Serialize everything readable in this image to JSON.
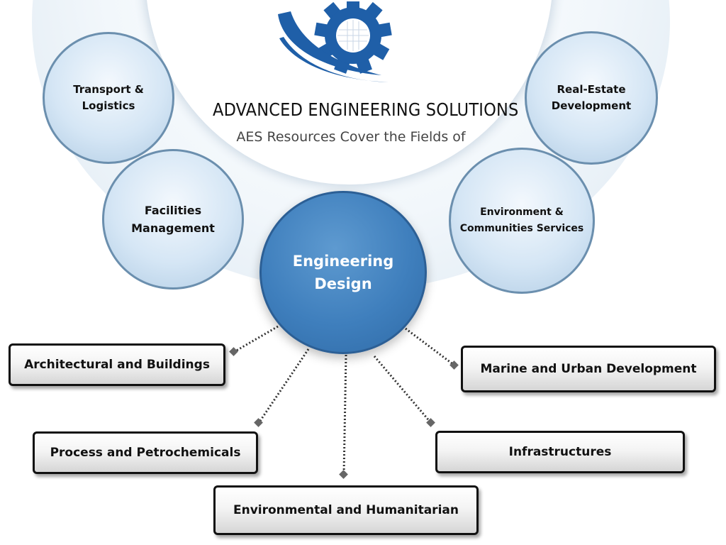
{
  "header": {
    "title": "ADVANCED ENGINEERING SOLUTIONS",
    "subtitle": "AES Resources Cover the Fields of"
  },
  "logo_icon": "gear-swoosh-logo",
  "colors": {
    "brand_blue": "#1f5fa8",
    "center_fill": "#3f7fbd",
    "bubble_border": "#6b8fae"
  },
  "fields": [
    {
      "line1": "Transport &",
      "line2": "Logistics"
    },
    {
      "line1": "Facilities",
      "line2": "Management"
    },
    {
      "line1": "Real-Estate",
      "line2": "Development"
    },
    {
      "line1": "Environment &",
      "line2": "Communities Services"
    }
  ],
  "center": {
    "line1": "Engineering",
    "line2": "Design"
  },
  "branches": [
    "Architectural and Buildings",
    "Process and Petrochemicals",
    "Environmental and Humanitarian",
    "Infrastructures",
    "Marine and Urban Development"
  ]
}
